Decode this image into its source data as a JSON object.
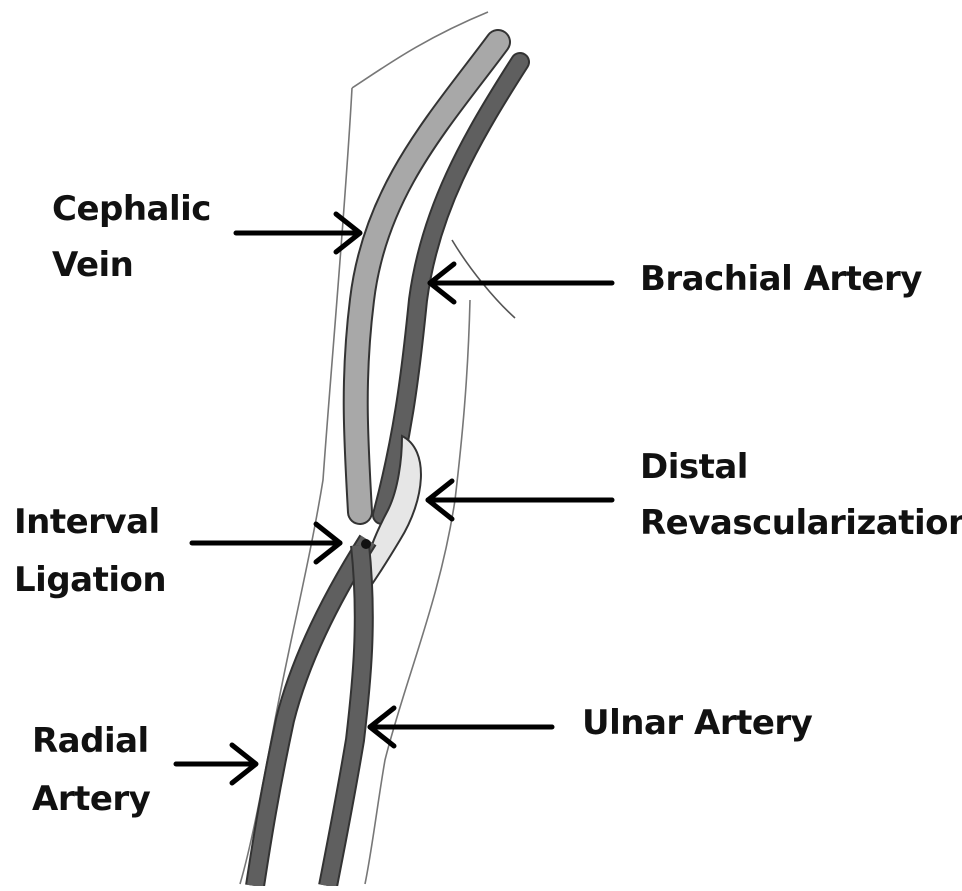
{
  "labels": {
    "cephalic_vein": [
      "Cephalic",
      "Vein"
    ],
    "brachial_artery": [
      "Brachial Artery"
    ],
    "distal_revascularization": [
      "Distal",
      "Revascularization"
    ],
    "interval_ligation": [
      "Interval",
      "Ligation"
    ],
    "radial_artery": [
      "Radial",
      "Artery"
    ],
    "ulnar_artery": [
      "Ulnar Artery"
    ]
  },
  "colors": {
    "vein": "#a8a8a8",
    "artery": "#5f5f5f",
    "outline": "#333333",
    "arm_outline": "#777777",
    "revascularization_graft": "#e6e6e6",
    "arrow": "#000000"
  }
}
